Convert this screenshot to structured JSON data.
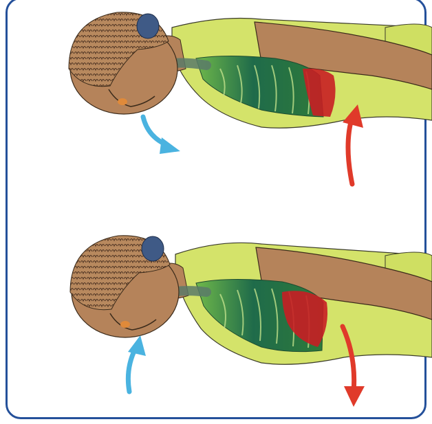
{
  "figure": {
    "panels": [
      {
        "phase": "exhale",
        "air_arrow": "outgoing-air-arrow",
        "diaphragm_arrow": "diaphragm-up-arrow"
      },
      {
        "phase": "inhale",
        "air_arrow": "incoming-air-arrow",
        "diaphragm_arrow": "diaphragm-down-arrow"
      }
    ],
    "colors": {
      "frame": "#24509a",
      "skin": "#b5835a",
      "shirt": "#d4e36a",
      "hair": "#a8794e",
      "hair_tie": "#3f5a86",
      "lungs_dark": "#1f6b4a",
      "lungs_light": "#7cbf4a",
      "diaphragm": "#c81e24",
      "air_arrow": "#4ab3e0",
      "muscle_arrow": "#e03a2a"
    }
  }
}
